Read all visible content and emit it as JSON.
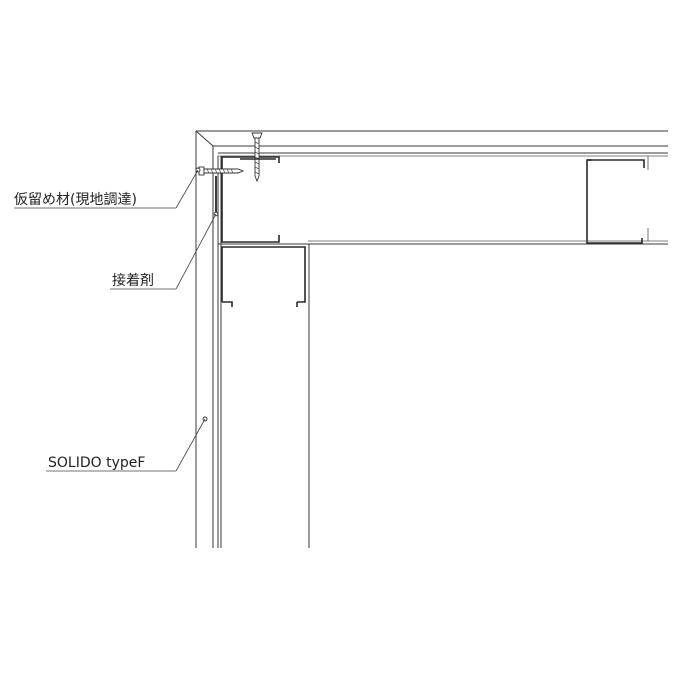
{
  "annotations": {
    "temporary_fastener": "仮留め材(現地調達)",
    "adhesive": "接着剤",
    "panel": "SOLIDO typeF"
  },
  "icons": {
    "screw": "screw-icon",
    "marker": "leader-dot-icon"
  },
  "colors": {
    "line": "#3a3a3a",
    "text": "#222222",
    "background": "#ffffff"
  }
}
